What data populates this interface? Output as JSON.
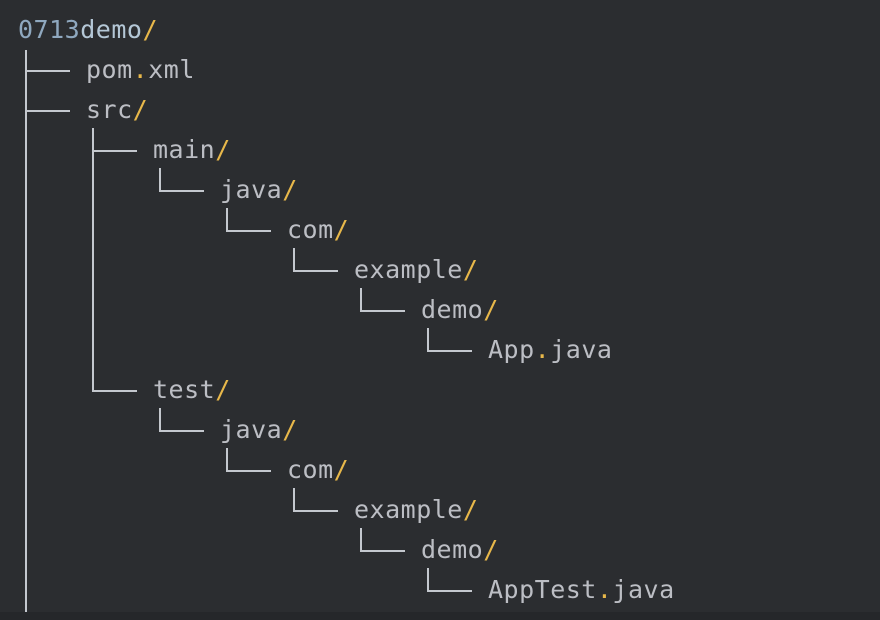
{
  "tree": {
    "root": {
      "digits": "0713",
      "name": "demo",
      "slash": "/"
    },
    "nodes": [
      {
        "name": "pom",
        "dot": ".",
        "ext": "xml",
        "slash": ""
      },
      {
        "name": "src",
        "dot": "",
        "ext": "",
        "slash": "/"
      },
      {
        "name": "main",
        "dot": "",
        "ext": "",
        "slash": "/"
      },
      {
        "name": "java",
        "dot": "",
        "ext": "",
        "slash": "/"
      },
      {
        "name": "com",
        "dot": "",
        "ext": "",
        "slash": "/"
      },
      {
        "name": "example",
        "dot": "",
        "ext": "",
        "slash": "/"
      },
      {
        "name": "demo",
        "dot": "",
        "ext": "",
        "slash": "/"
      },
      {
        "name": "App",
        "dot": ".",
        "ext": "java",
        "slash": ""
      },
      {
        "name": "test",
        "dot": "",
        "ext": "",
        "slash": "/"
      },
      {
        "name": "java",
        "dot": "",
        "ext": "",
        "slash": "/"
      },
      {
        "name": "com",
        "dot": "",
        "ext": "",
        "slash": "/"
      },
      {
        "name": "example",
        "dot": "",
        "ext": "",
        "slash": "/"
      },
      {
        "name": "demo",
        "dot": "",
        "ext": "",
        "slash": "/"
      },
      {
        "name": "AppTest",
        "dot": ".",
        "ext": "java",
        "slash": ""
      }
    ]
  },
  "colors": {
    "background": "#2b2d30",
    "text": "#bcbec4",
    "separator": "#e8b84a",
    "tree_lines": "#c4c8ce"
  }
}
